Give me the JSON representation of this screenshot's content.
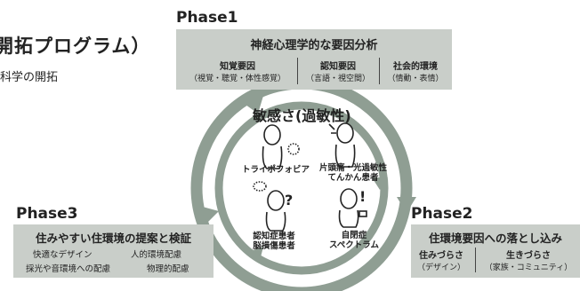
{
  "page": {
    "title": "開拓プログラム）",
    "subtitle": "科学の開拓"
  },
  "center": {
    "title": "敏感さ(過敏性)",
    "figures": [
      {
        "label": "トライポフォビア",
        "icon": "person-tryphobia-icon"
      },
      {
        "label": "片頭痛・光過敏性\nてんかん患者",
        "icon": "person-migraine-icon"
      },
      {
        "label": "認知症患者\n脳損傷患者",
        "icon": "person-dementia-icon",
        "mark": "?"
      },
      {
        "label": "自閉症\nスペクトラム",
        "icon": "person-autism-icon",
        "mark": "!"
      }
    ]
  },
  "phase1": {
    "label": "Phase1",
    "heading": "神経心理学的な要因分析",
    "columns": [
      {
        "head": "知覚要因",
        "sub": "（視覚・聴覚・体性感覚）"
      },
      {
        "head": "認知要因",
        "sub": "（言語・視空間）"
      },
      {
        "head": "社会的環境",
        "sub": "（情動・表情）"
      }
    ]
  },
  "phase2": {
    "label": "Phase2",
    "heading": "住環境要因への落とし込み",
    "columns": [
      {
        "head": "住みづらさ",
        "sub": "（デザイン）"
      },
      {
        "head": "生きづらさ",
        "sub": "（家族・コミュニティ）"
      }
    ]
  },
  "phase3": {
    "label": "Phase3",
    "heading": "住みやすい住環境の提案と検証",
    "items": [
      "快適なデザイン",
      "人的環境配慮",
      "採光や音環境への配慮",
      "物理的配慮"
    ]
  },
  "colors": {
    "box": "#c9cec9",
    "ring": "#8f9e93",
    "text": "#222222"
  }
}
